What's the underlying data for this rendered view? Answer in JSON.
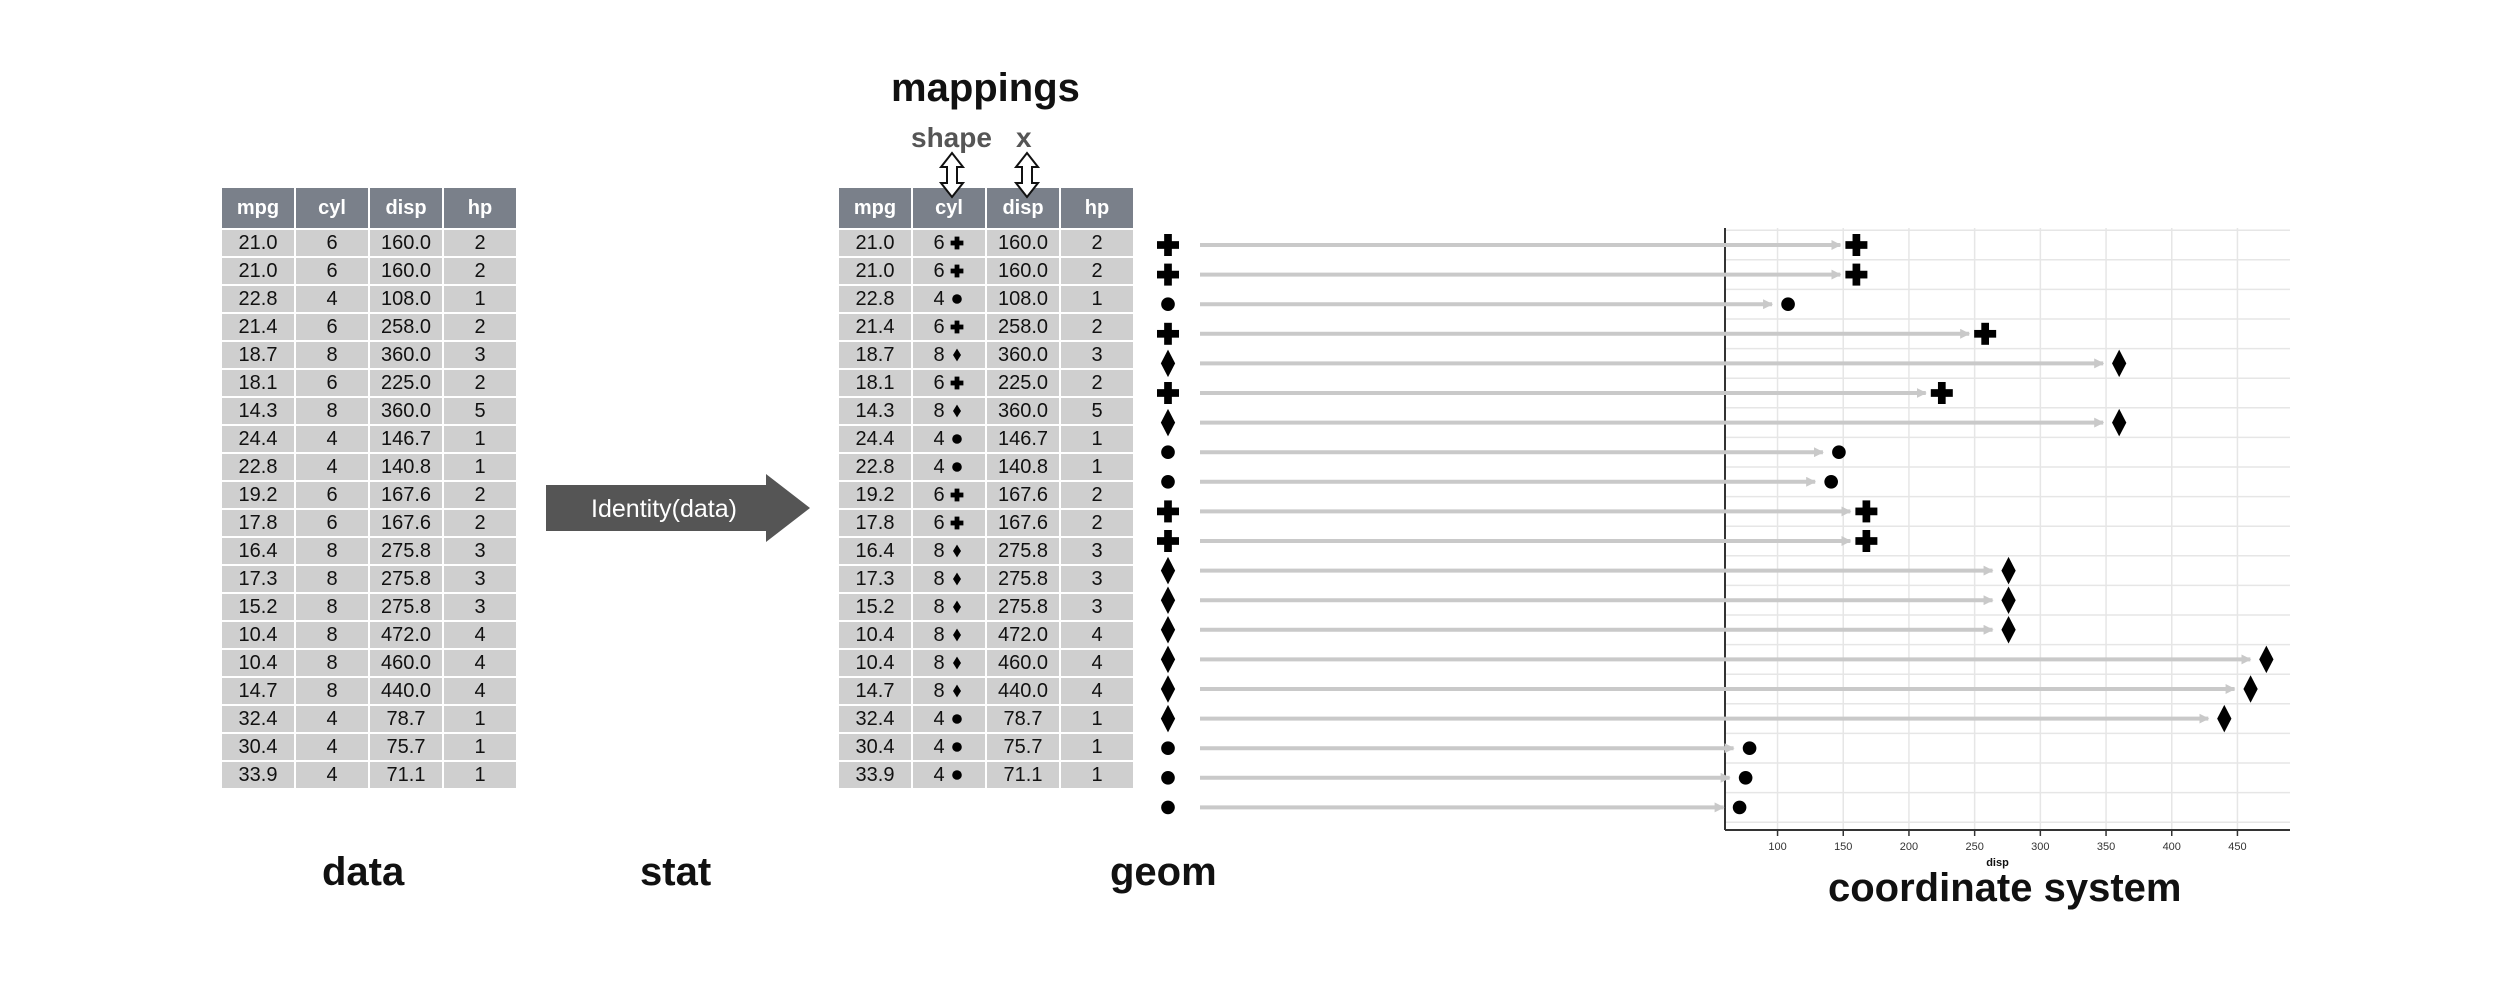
{
  "labels": {
    "data": "data",
    "stat": "stat",
    "geom": "geom",
    "coord": "coordinate system",
    "mappings": "mappings",
    "map_shape": "shape",
    "map_x": "x",
    "identity": "Identity(data)"
  },
  "table": {
    "columns": [
      "mpg",
      "cyl",
      "disp",
      "hp"
    ],
    "rows": [
      [
        "21.0",
        "6",
        "160.0",
        "2"
      ],
      [
        "21.0",
        "6",
        "160.0",
        "2"
      ],
      [
        "22.8",
        "4",
        "108.0",
        "1"
      ],
      [
        "21.4",
        "6",
        "258.0",
        "2"
      ],
      [
        "18.7",
        "8",
        "360.0",
        "3"
      ],
      [
        "18.1",
        "6",
        "225.0",
        "2"
      ],
      [
        "14.3",
        "8",
        "360.0",
        "5"
      ],
      [
        "24.4",
        "4",
        "146.7",
        "1"
      ],
      [
        "22.8",
        "4",
        "140.8",
        "1"
      ],
      [
        "19.2",
        "6",
        "167.6",
        "2"
      ],
      [
        "17.8",
        "6",
        "167.6",
        "2"
      ],
      [
        "16.4",
        "8",
        "275.8",
        "3"
      ],
      [
        "17.3",
        "8",
        "275.8",
        "3"
      ],
      [
        "15.2",
        "8",
        "275.8",
        "3"
      ],
      [
        "10.4",
        "8",
        "472.0",
        "4"
      ],
      [
        "10.4",
        "8",
        "460.0",
        "4"
      ],
      [
        "14.7",
        "8",
        "440.0",
        "4"
      ],
      [
        "32.4",
        "4",
        "78.7",
        "1"
      ],
      [
        "30.4",
        "4",
        "75.7",
        "1"
      ],
      [
        "33.9",
        "4",
        "71.1",
        "1"
      ]
    ]
  },
  "shape_icons": {
    "4": "circle-icon",
    "6": "plus-icon",
    "8": "diamond-icon"
  },
  "colors": {
    "header": "#7a808a",
    "cell": "#cfcfcf",
    "arrow_body": "#555555",
    "mapping_arrow": "#cfcfcf"
  },
  "chart_data": {
    "type": "scatter",
    "xlabel": "disp",
    "x_ticks": [
      100,
      150,
      200,
      250,
      300,
      350,
      400,
      450
    ],
    "xlim": [
      60,
      490
    ],
    "points": [
      {
        "x": 160.0,
        "shape": "plus"
      },
      {
        "x": 160.0,
        "shape": "plus"
      },
      {
        "x": 108.0,
        "shape": "circle"
      },
      {
        "x": 258.0,
        "shape": "plus"
      },
      {
        "x": 360.0,
        "shape": "diamond"
      },
      {
        "x": 225.0,
        "shape": "plus"
      },
      {
        "x": 360.0,
        "shape": "diamond"
      },
      {
        "x": 146.7,
        "shape": "circle"
      },
      {
        "x": 140.8,
        "shape": "circle"
      },
      {
        "x": 167.6,
        "shape": "plus"
      },
      {
        "x": 167.6,
        "shape": "plus"
      },
      {
        "x": 275.8,
        "shape": "diamond"
      },
      {
        "x": 275.8,
        "shape": "diamond"
      },
      {
        "x": 275.8,
        "shape": "diamond"
      },
      {
        "x": 472.0,
        "shape": "diamond"
      },
      {
        "x": 460.0,
        "shape": "diamond"
      },
      {
        "x": 440.0,
        "shape": "diamond"
      },
      {
        "x": 78.7,
        "shape": "circle"
      },
      {
        "x": 75.7,
        "shape": "circle"
      },
      {
        "x": 71.1,
        "shape": "circle"
      }
    ],
    "grid": true
  }
}
